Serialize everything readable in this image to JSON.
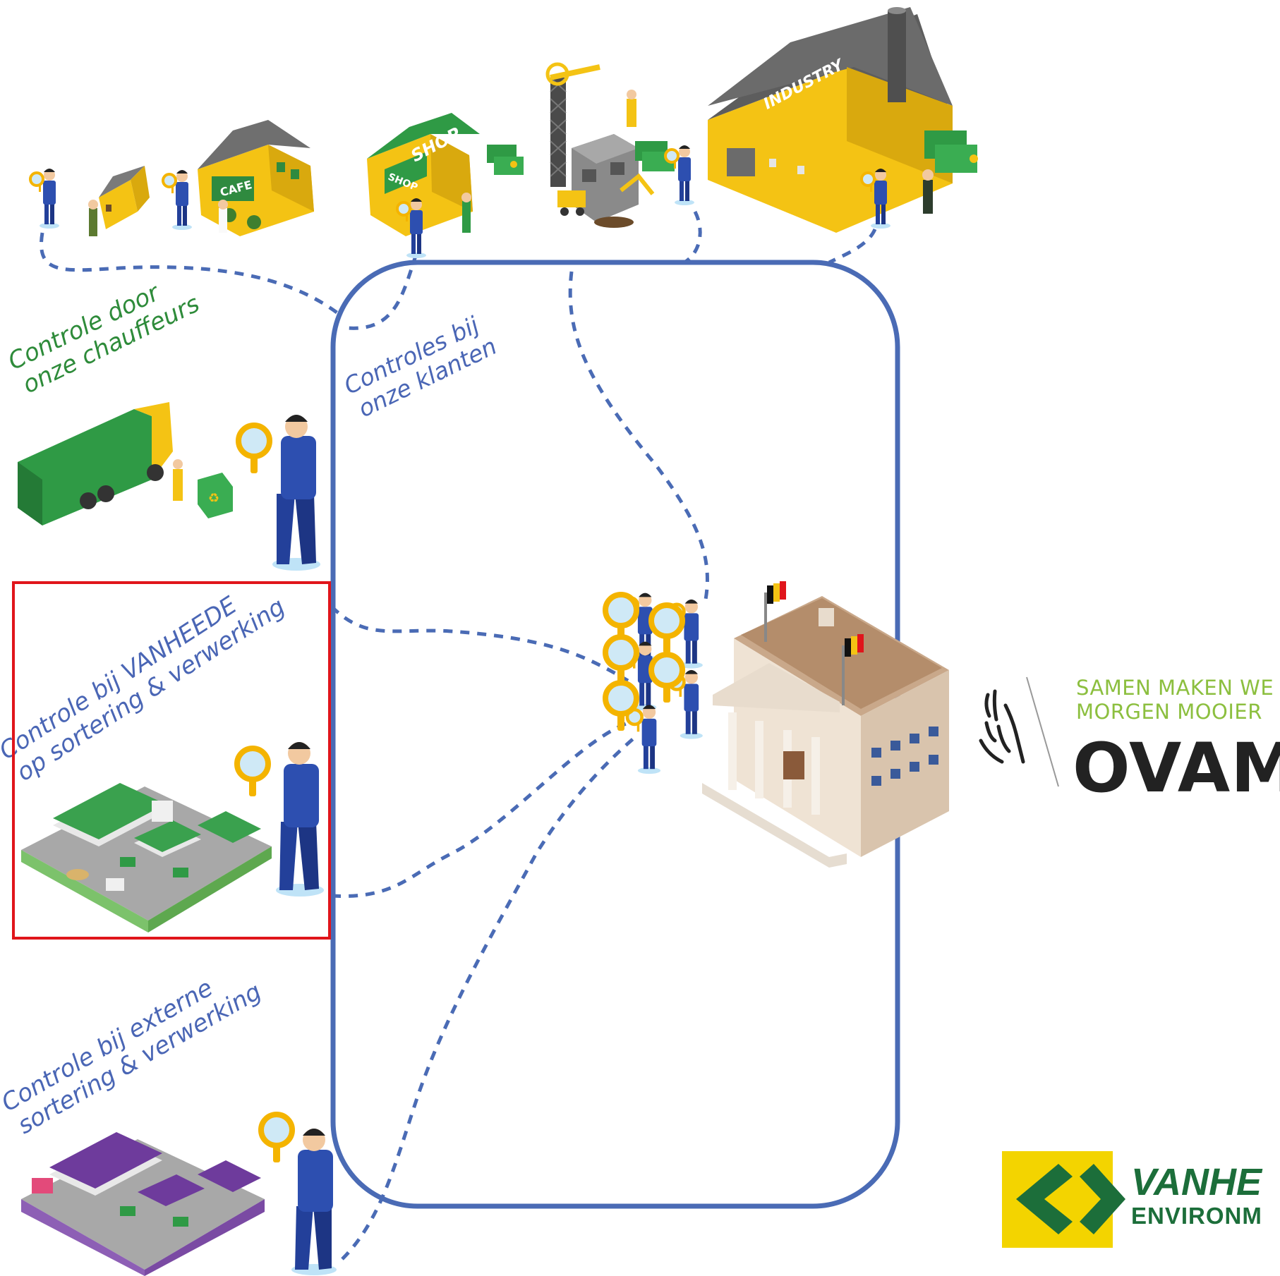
{
  "labels": {
    "chauffeurs": [
      "Controle door",
      "onze chauffeurs"
    ],
    "klanten": [
      "Controles bij",
      "onze klanten"
    ],
    "vanheede": [
      "Controle bij VANHEEDE",
      "op sortering & verwerking"
    ],
    "extern": [
      "Controle bij externe",
      "sortering & verwerking"
    ]
  },
  "buildings": {
    "cafe_sign": "CAFE",
    "shop_sign_roof": "SHOP",
    "shop_sign_front": "SHOP",
    "industry_sign": "INDUSTRY"
  },
  "ovam": {
    "tagline_1": "SAMEN MAKEN WE",
    "tagline_2": "MORGEN MOOIER",
    "name": "OVAM"
  },
  "vanheede": {
    "name": "VANHE",
    "sub": "ENVIRONM"
  },
  "colors": {
    "loop_blue": "#4a6bb5",
    "caption_green": "#2e8b3a",
    "caption_blue": "#4a66b5",
    "highlight_red": "#e0151b",
    "ovam_green": "#8cbf3f",
    "vanheede_yellow": "#f3d400",
    "vanheede_green": "#1c6e3a"
  },
  "icons": [
    "magnifier-icon",
    "belgian-flag-icon",
    "lion-icon",
    "recycling-icon"
  ]
}
